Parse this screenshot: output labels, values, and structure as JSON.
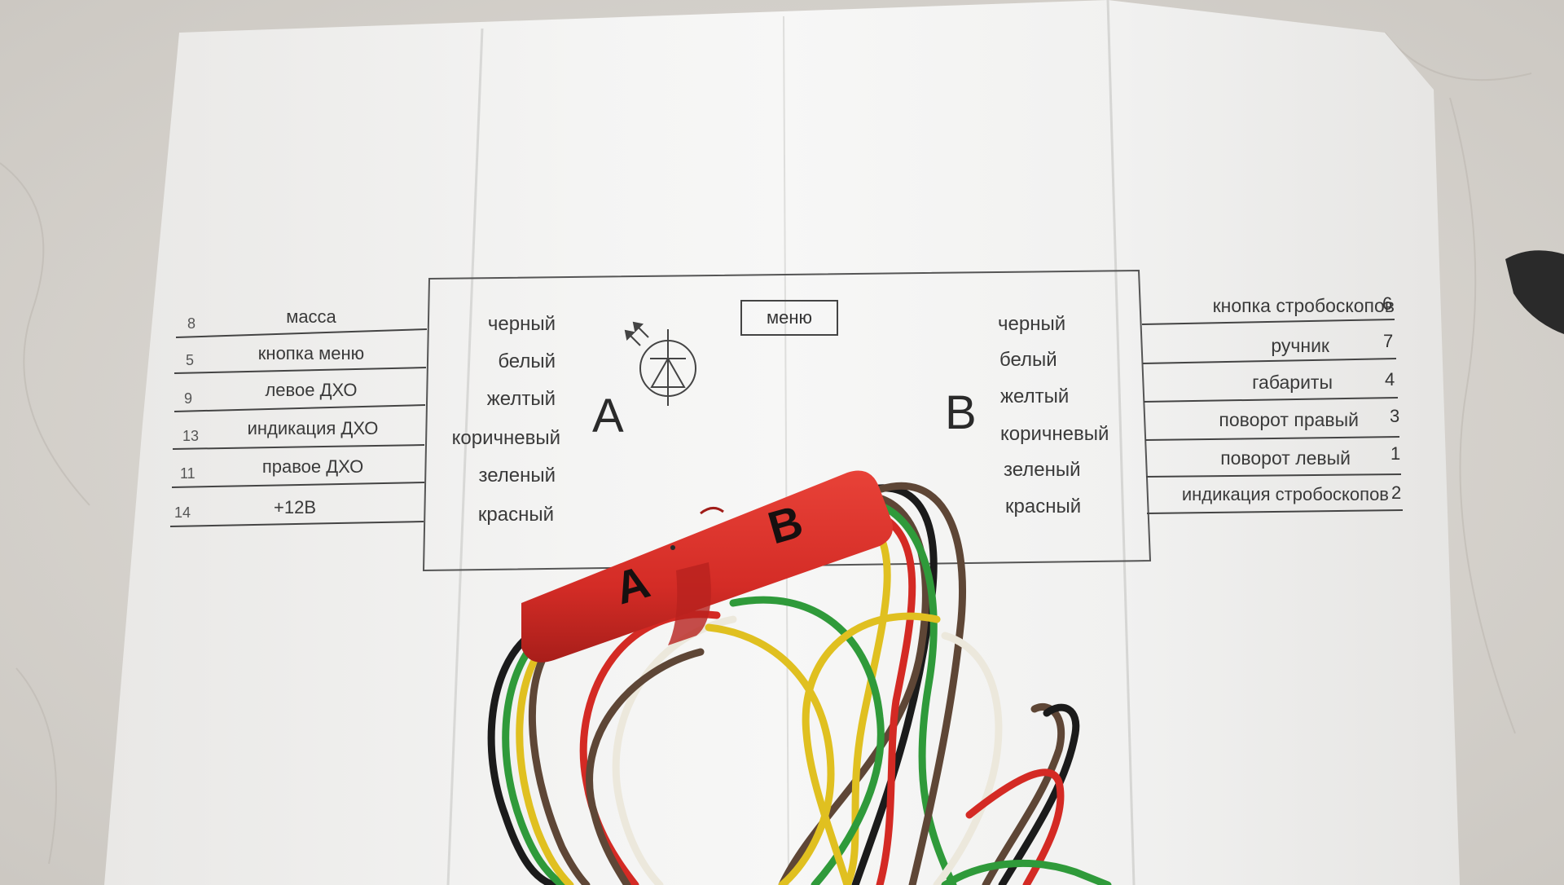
{
  "diagram": {
    "menu_label": "меню",
    "connector_a": "A",
    "connector_b": "B",
    "left_wires": [
      {
        "pin": "8",
        "name": "масса",
        "color": "черный"
      },
      {
        "pin": "5",
        "name": "кнопка меню",
        "color": "белый"
      },
      {
        "pin": "9",
        "name": "левое ДХО",
        "color": "желтый"
      },
      {
        "pin": "13",
        "name": "индикация ДХО",
        "color": "коричневый"
      },
      {
        "pin": "11",
        "name": "правое ДХО",
        "color": "зеленый"
      },
      {
        "pin": "14",
        "name": "+12В",
        "color": "красный"
      }
    ],
    "right_wires": [
      {
        "pin": "6",
        "name": "кнопка стробоскопов",
        "color": "черный"
      },
      {
        "pin": "7",
        "name": "ручник",
        "color": "белый"
      },
      {
        "pin": "4",
        "name": "габариты",
        "color": "желтый"
      },
      {
        "pin": "3",
        "name": "поворот правый",
        "color": "коричневый"
      },
      {
        "pin": "1",
        "name": "поворот левый",
        "color": "зеленый"
      },
      {
        "pin": "2",
        "name": "индикация стробоскопов",
        "color": "красный"
      }
    ]
  },
  "module": {
    "label_a": "A",
    "label_b": "B",
    "body_color": "#d8302a"
  },
  "wire_colors": {
    "black": "#1b1b1b",
    "white": "#ece8dc",
    "yellow": "#e0c020",
    "brown": "#5e4636",
    "green": "#2f9a3a",
    "red": "#d42a24"
  },
  "icon": "photodiode-icon"
}
